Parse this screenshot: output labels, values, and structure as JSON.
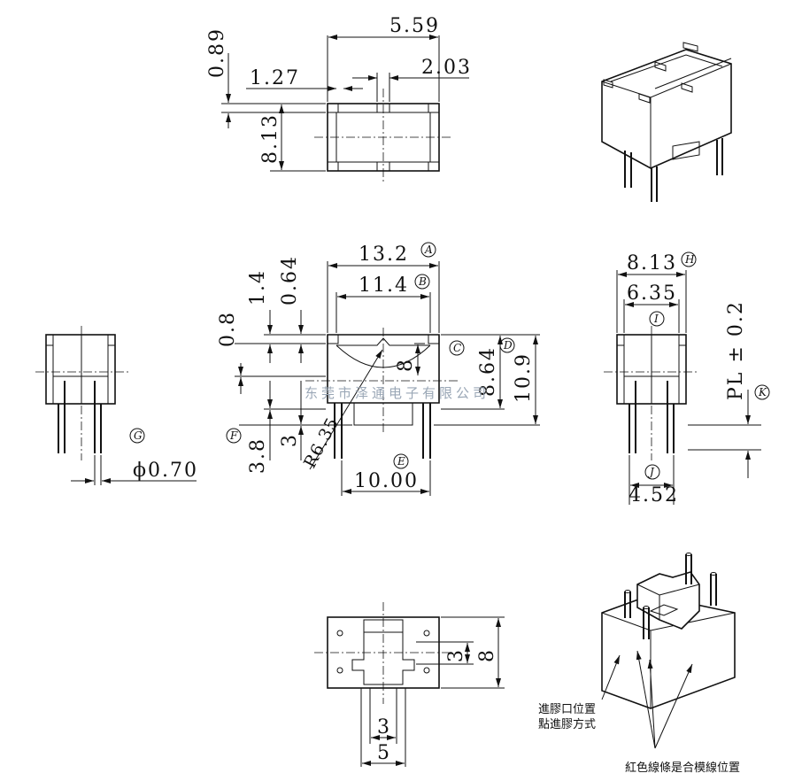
{
  "top_view": {
    "dim_width": "5.59",
    "dim_wall": "0.89",
    "dim_pitch": "1.27",
    "dim_slot": "2.03",
    "dim_height": "8.13"
  },
  "front_view": {
    "dim_overall": "13.2",
    "dim_inner": "11.4",
    "dim_1_4": "1.4",
    "dim_0_64": "0.64",
    "dim_0_8": "0.8",
    "dim_8": "8",
    "dim_8_64": "8.64",
    "dim_10_9": "10.9",
    "dim_3_8": "3.8",
    "dim_3": "3",
    "radius": "R6.35",
    "dim_pin_span": "10.00",
    "labels": {
      "A": "A",
      "B": "B",
      "C": "C",
      "D": "D",
      "E": "E",
      "F": "F",
      "G": "G"
    }
  },
  "side_view": {
    "dim_outer": "8.13",
    "dim_inner": "6.35",
    "dim_pl": "PL ± 0.2",
    "dim_pin": "4.52",
    "labels": {
      "H": "H",
      "I": "I",
      "J": "J",
      "K": "K"
    }
  },
  "left_view": {
    "pin_dia": "ϕ0.70"
  },
  "bottom_view": {
    "dim_3a": "3",
    "dim_8": "8",
    "dim_3b": "3",
    "dim_5": "5"
  },
  "watermark": "东莞市泽通电子有限公司",
  "notes": {
    "gate_1": "進膠口位置",
    "gate_2": "點進膠方式",
    "parting": "紅色線條是合模線位置"
  }
}
